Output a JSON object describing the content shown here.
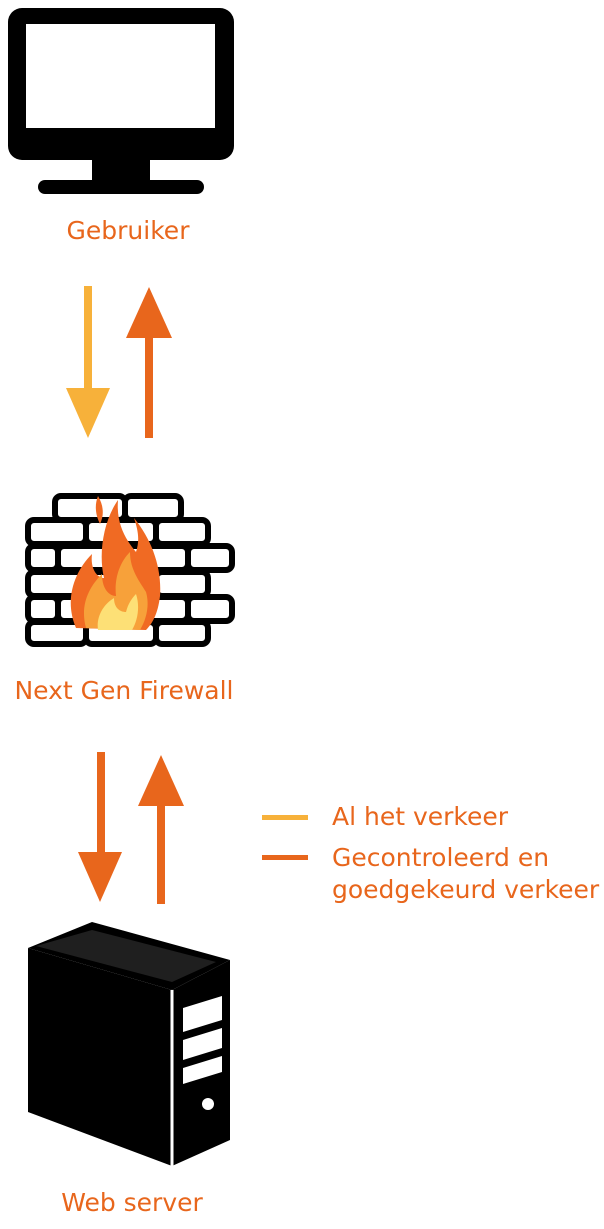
{
  "nodes": {
    "user": "Gebruiker",
    "firewall": "Next Gen Firewall",
    "server": "Web server"
  },
  "legend": {
    "all_traffic": "Al het verkeer",
    "approved_line1": "Gecontroleerd en",
    "approved_line2": "goedgekeurd verkeer"
  },
  "colors": {
    "all_traffic": "#f7b13a",
    "approved_traffic": "#e8661c",
    "icon": "#000000"
  },
  "icons": {
    "user": "monitor-icon",
    "firewall": "firewall-icon",
    "server": "server-icon"
  }
}
